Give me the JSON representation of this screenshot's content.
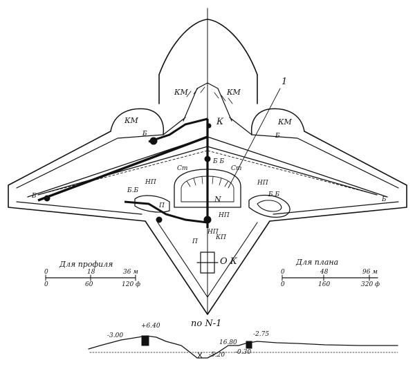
{
  "labels": {
    "km_top_left": "КМ",
    "km_top_right": "КМ",
    "km_mid_left": "КМ",
    "km_mid_right": "КМ",
    "k_center": "К",
    "ref_1": "1",
    "b_left_bastion": "Б",
    "b_right_bastion": "Б",
    "b_center": "Б Б",
    "b_far_left": "Б",
    "b_far_right": "Б",
    "st_left": "Ст",
    "st_right": "Ст",
    "np_left": "НП",
    "np_right": "НП",
    "np_center": "НП",
    "bb_left": "Б.Б",
    "bb_right": "Б.Б",
    "n_center": "N",
    "p_left": "П",
    "p_lower": "П",
    "kp_lower": "КП",
    "np_lower": "НП",
    "ok": "О К"
  },
  "scale_profile": {
    "title": "Для профиля",
    "top_values": [
      "0",
      "18",
      "36 м"
    ],
    "bottom_values": [
      "0",
      "60",
      "120 ф"
    ]
  },
  "scale_plan": {
    "title": "Для плана",
    "top_values": [
      "0",
      "48",
      "96 м"
    ],
    "bottom_values": [
      "0",
      "160",
      "320 ф"
    ]
  },
  "section": {
    "title": "по N-1",
    "marks": [
      "-3.00",
      "+6.40",
      "-2.75",
      "16.80",
      "-5.20",
      "-0.30"
    ]
  }
}
